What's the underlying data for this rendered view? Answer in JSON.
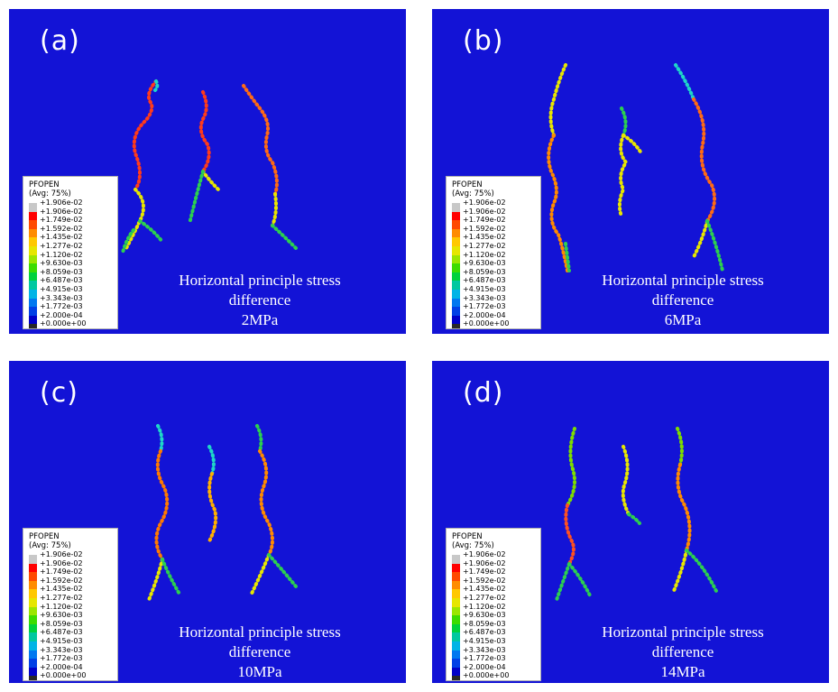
{
  "legend": {
    "title": "PFOPEN",
    "subtitle": "(Avg: 75%)",
    "values": [
      "+1.906e-02",
      "+1.906e-02",
      "+1.749e-02",
      "+1.592e-02",
      "+1.435e-02",
      "+1.277e-02",
      "+1.120e-02",
      "+9.630e-03",
      "+8.059e-03",
      "+6.487e-03",
      "+4.915e-03",
      "+3.343e-03",
      "+1.772e-03",
      "+2.000e-04",
      "+0.000e+00"
    ],
    "colors": [
      "#c8c8c8",
      "#ff0000",
      "#ff4a00",
      "#ff8c00",
      "#ffc800",
      "#e6e600",
      "#9be600",
      "#3cdc00",
      "#00d23c",
      "#00c8a0",
      "#00b4e6",
      "#0078f0",
      "#0040e6",
      "#0000c8",
      "#282828"
    ]
  },
  "panel_bg": "#1313d6",
  "panels": [
    {
      "label": "(a)",
      "caption_line1": "Horizontal principle stress",
      "caption_line2": "difference",
      "caption_line3": "2MPa"
    },
    {
      "label": "(b)",
      "caption_line1": "Horizontal principle stress",
      "caption_line2": "difference",
      "caption_line3": "6MPa"
    },
    {
      "label": "(c)",
      "caption_line1": "Horizontal principle stress",
      "caption_line2": "difference",
      "caption_line3": "10MPa"
    },
    {
      "label": "(d)",
      "caption_line1": "Horizontal principle stress",
      "caption_line2": "difference",
      "caption_line3": "14MPa"
    }
  ]
}
